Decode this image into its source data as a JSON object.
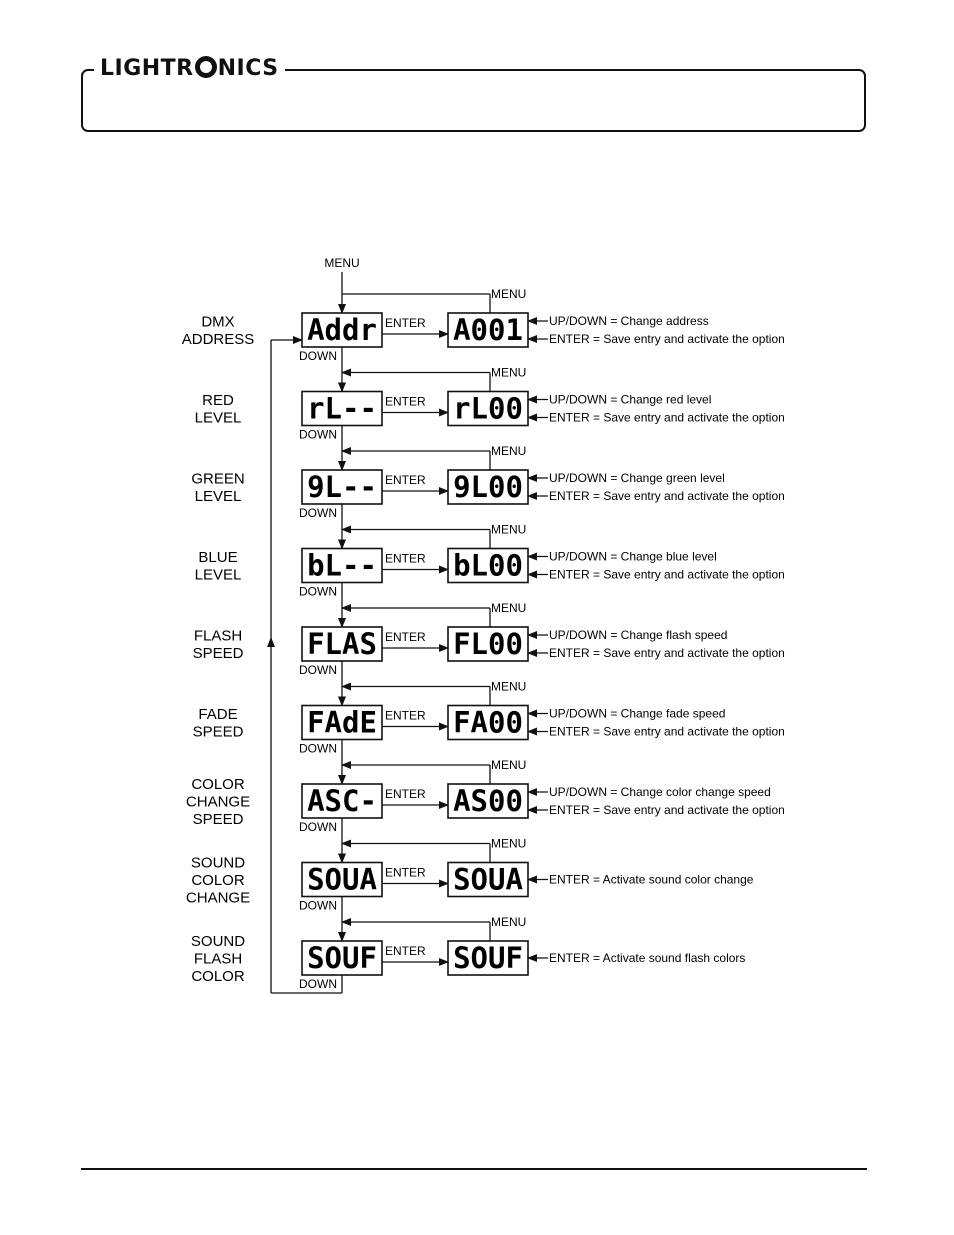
{
  "header": {
    "logo_text_left": "LIGHTR",
    "logo_text_right": "NICS"
  },
  "diagram": {
    "menu_top": "MENU",
    "enter_label": "ENTER",
    "menu_label": "MENU",
    "down_label": "DOWN",
    "rows": [
      {
        "label": [
          "DMX",
          "ADDRESS"
        ],
        "left_display": "Addr",
        "right_display": "A001",
        "notes": [
          "UP/DOWN = Change address",
          "ENTER = Save entry and activate the option"
        ]
      },
      {
        "label": [
          "RED",
          "LEVEL"
        ],
        "left_display": "rL--",
        "right_display": "rL00",
        "notes": [
          "UP/DOWN = Change red level",
          "ENTER = Save entry and activate the option"
        ]
      },
      {
        "label": [
          "GREEN",
          "LEVEL"
        ],
        "left_display": "9L--",
        "right_display": "9L00",
        "notes": [
          "UP/DOWN = Change green level",
          "ENTER = Save entry and activate the option"
        ]
      },
      {
        "label": [
          "BLUE",
          "LEVEL"
        ],
        "left_display": "bL--",
        "right_display": "bL00",
        "notes": [
          "UP/DOWN = Change blue level",
          "ENTER = Save entry and activate the option"
        ]
      },
      {
        "label": [
          "FLASH",
          "SPEED"
        ],
        "left_display": "FLAS",
        "right_display": "FL00",
        "notes": [
          "UP/DOWN = Change flash speed",
          "ENTER = Save entry and activate the option"
        ]
      },
      {
        "label": [
          "FADE",
          "SPEED"
        ],
        "left_display": "FAdE",
        "right_display": "FA00",
        "notes": [
          "UP/DOWN = Change fade speed",
          "ENTER = Save entry and activate the option"
        ]
      },
      {
        "label": [
          "COLOR",
          "CHANGE",
          "SPEED"
        ],
        "left_display": "ASC-",
        "right_display": "AS00",
        "notes": [
          "UP/DOWN = Change color change speed",
          "ENTER = Save entry and activate the option"
        ]
      },
      {
        "label": [
          "SOUND",
          "COLOR",
          "CHANGE"
        ],
        "left_display": "SOUA",
        "right_display": "SOUA",
        "notes": [
          "ENTER = Activate sound color change"
        ]
      },
      {
        "label": [
          "SOUND",
          "FLASH",
          "COLOR"
        ],
        "left_display": "SOUF",
        "right_display": "SOUF",
        "notes": [
          "ENTER = Activate sound flash colors"
        ]
      }
    ]
  }
}
